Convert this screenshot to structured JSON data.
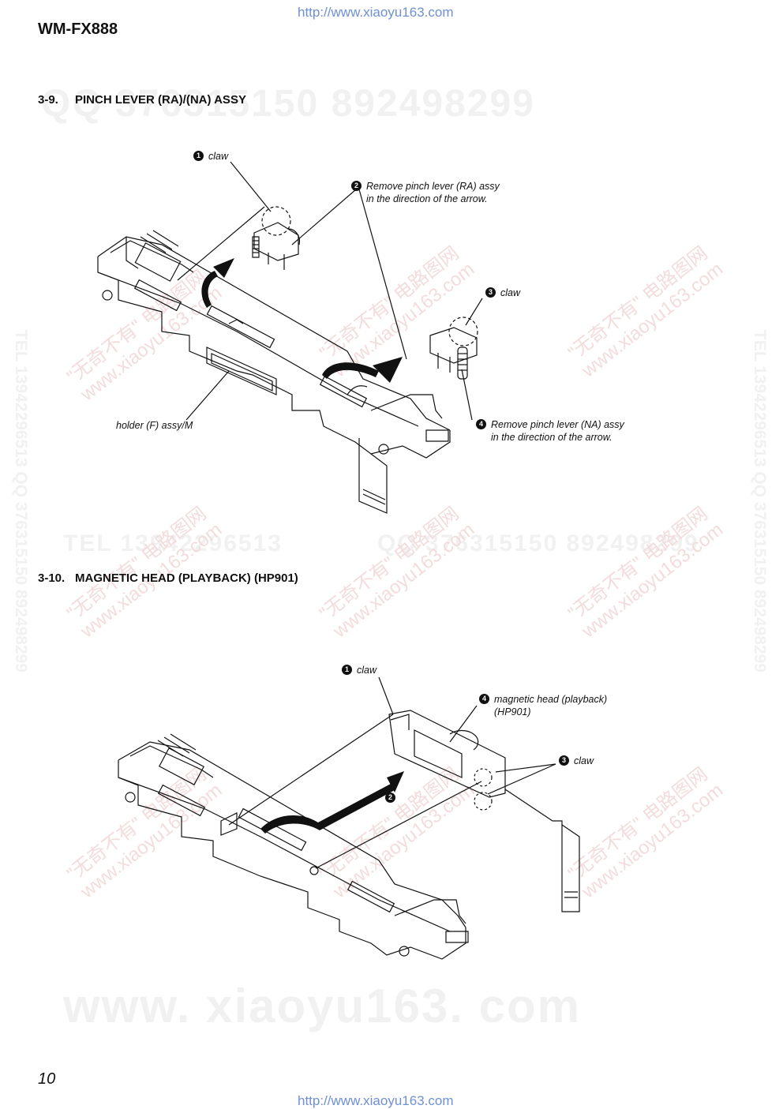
{
  "header": {
    "url_top": "http://www.xiaoyu163.com",
    "model": "WM-FX888"
  },
  "section_3_9": {
    "number": "3-9.",
    "title": "PINCH  LEVER (RA)/(NA)  ASSY",
    "callouts": [
      {
        "badge": "1",
        "text": [
          "claw"
        ]
      },
      {
        "badge": "2",
        "text": [
          "Remove pinch lever (RA) assy",
          "in the direction of the arrow."
        ]
      },
      {
        "badge": "3",
        "text": [
          "claw"
        ]
      },
      {
        "badge": "4",
        "text": [
          "Remove pinch lever (NA) assy",
          "in the direction of the arrow."
        ]
      }
    ],
    "label_holder": "holder (F) assy/M"
  },
  "section_3_10": {
    "number": "3-10.",
    "title": "MAGNETIC  HEAD (PLAYBACK) (HP901)",
    "callouts": [
      {
        "badge": "1",
        "text": [
          "claw"
        ]
      },
      {
        "badge": "4",
        "text": [
          "magnetic head (playback)",
          "(HP901)"
        ]
      },
      {
        "badge": "3",
        "text": [
          "claw"
        ]
      }
    ],
    "arrow_badge": "2"
  },
  "watermarks": {
    "qq_line": "QQ 376315150   892498299",
    "tel_line": "TEL 13942296513",
    "qq_line2": "QQ 376315150  892498299",
    "www_line": "www. xiaoyu163. com",
    "side_text": "TEL 13942296513  QQ 376315150  892498299",
    "cn_stamp": "\"无奇不有\" 电路图网",
    "cn_url": "www.xiaoyu163.com"
  },
  "footer": {
    "page_number": "10",
    "url_bottom": "http://www.xiaoyu163.com"
  }
}
